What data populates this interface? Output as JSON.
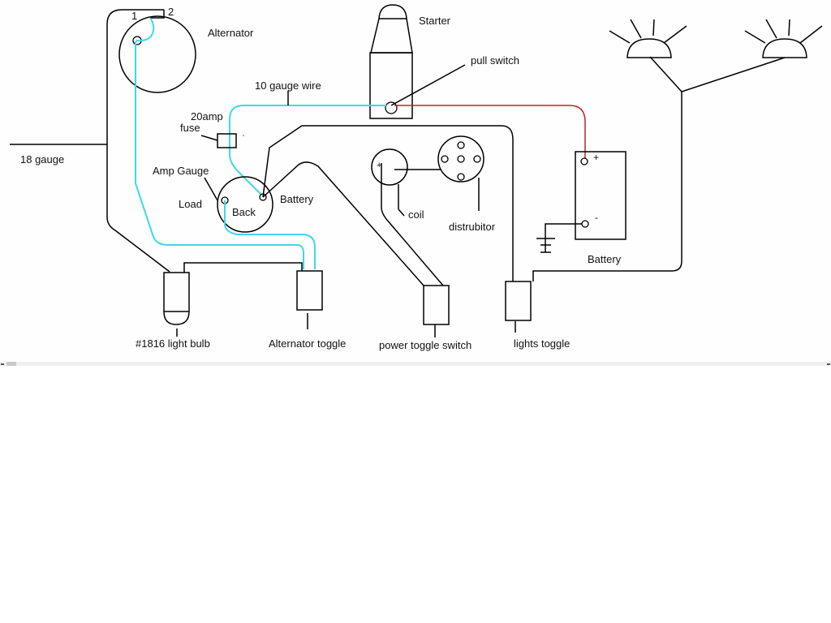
{
  "diagram": {
    "labels": {
      "alternator": "Alternator",
      "terminal_1": "1",
      "terminal_2": "2",
      "starter": "Starter",
      "pull_switch": "pull switch",
      "ten_gauge_wire": "10 gauge wire",
      "fuse_line1": "20amp",
      "fuse_line2": "fuse",
      "eighteen_gauge": "18 gauge",
      "amp_gauge": "Amp Gauge",
      "load": "Load",
      "back": "Back",
      "gauge_battery": "Battery",
      "coil": "coil",
      "coil_plus": "+",
      "coil_minus": "-",
      "distributor": "distrubitor",
      "battery": "Battery",
      "battery_plus": "+",
      "battery_minus": "-",
      "light_bulb": "#1816 light bulb",
      "alternator_toggle": "Alternator toggle",
      "power_toggle": "power toggle switch",
      "lights_toggle": "lights toggle"
    },
    "wire_colors": {
      "standard": "#000000",
      "ten_gauge": "#3fd9e6",
      "positive": "#c0202a"
    }
  }
}
